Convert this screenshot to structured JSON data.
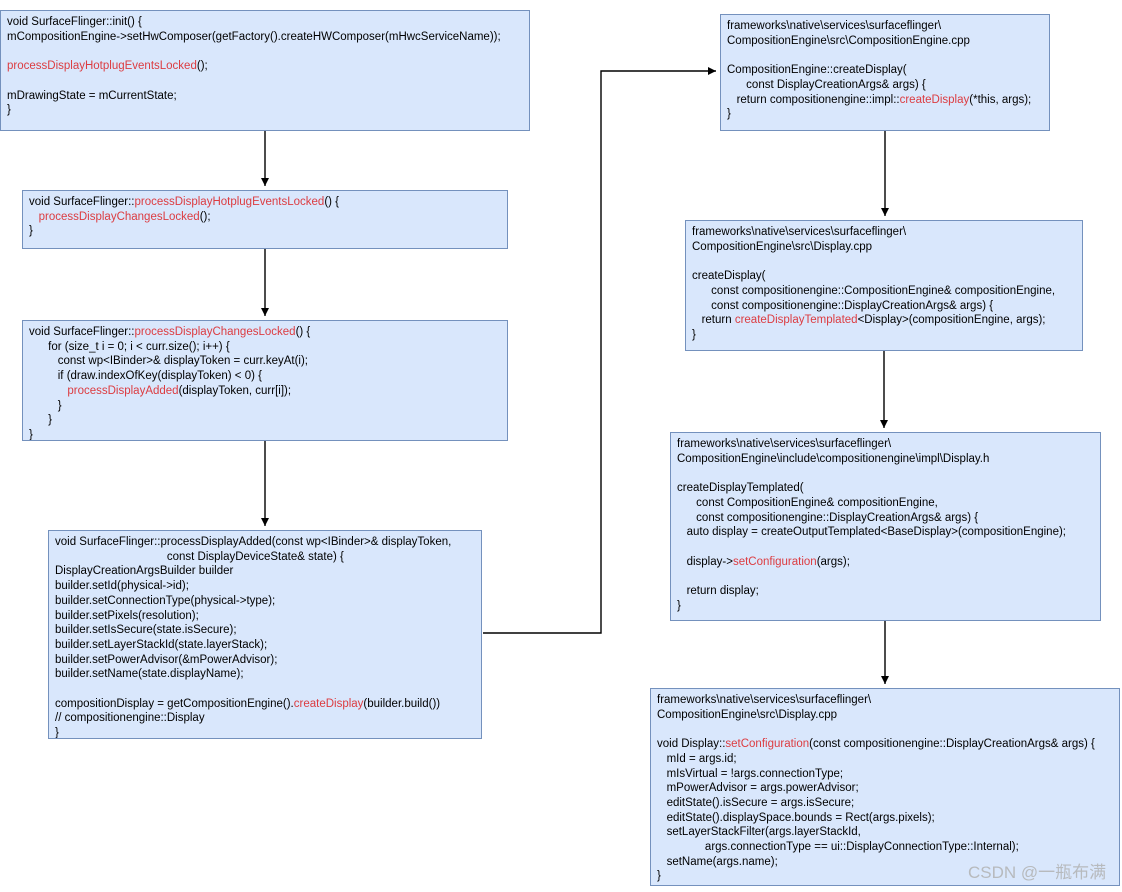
{
  "watermark": "CSDN @一瓶布满",
  "colors": {
    "box_fill": "#d9e7fc",
    "box_border": "#7491bd",
    "highlight_red": "#dc3c41",
    "text": "#000000",
    "connector": "#000000",
    "watermark": "#b7babd"
  },
  "boxes": [
    {
      "id": "code-box-surfaceflinger-init",
      "lines": [
        [
          "void SurfaceFlinger::init() {"
        ],
        [
          "mCompositionEngine->setHwComposer(getFactory().createHWComposer(mHwcServiceName));"
        ],
        [],
        [
          {
            "r": "processDisplayHotplugEventsLocked"
          },
          "();"
        ],
        [],
        [
          "mDrawingState = mCurrentState;"
        ],
        [
          "}"
        ]
      ]
    },
    {
      "id": "code-box-processdisplayhotplugeventslocked",
      "lines": [
        [
          "void SurfaceFlinger::",
          {
            "r": "processDisplayHotplugEventsLocked"
          },
          "() {"
        ],
        [
          "   ",
          {
            "r": "processDisplayChangesLocked"
          },
          "();"
        ],
        [
          "}"
        ]
      ]
    },
    {
      "id": "code-box-processdisplaychangeslocked",
      "lines": [
        [
          "void SurfaceFlinger::",
          {
            "r": "processDisplayChangesLocked"
          },
          "() {"
        ],
        [
          "      for (size_t i = 0; i < curr.size(); i++) {"
        ],
        [
          "         const wp<IBinder>& displayToken = curr.keyAt(i);"
        ],
        [
          "         if (draw.indexOfKey(displayToken) < 0) {"
        ],
        [
          "            ",
          {
            "r": "processDisplayAdded"
          },
          "(displayToken, curr[i]);"
        ],
        [
          "         }"
        ],
        [
          "      }"
        ],
        [
          "}"
        ]
      ]
    },
    {
      "id": "code-box-processdisplayadded",
      "lines": [
        [
          "void SurfaceFlinger::processDisplayAdded(const wp<IBinder>& displayToken,"
        ],
        [
          "                                   const DisplayDeviceState& state) {"
        ],
        [
          "DisplayCreationArgsBuilder builder"
        ],
        [
          "builder.setId(physical->id);"
        ],
        [
          "builder.setConnectionType(physical->type);"
        ],
        [
          "builder.setPixels(resolution);"
        ],
        [
          "builder.setIsSecure(state.isSecure);"
        ],
        [
          "builder.setLayerStackId(state.layerStack);"
        ],
        [
          "builder.setPowerAdvisor(&mPowerAdvisor);"
        ],
        [
          "builder.setName(state.displayName);"
        ],
        [],
        [
          "compositionDisplay = getCompositionEngine().",
          {
            "r": "createDisplay"
          },
          "(builder.build())"
        ],
        [
          "// compositionengine::Display"
        ],
        [
          "}"
        ]
      ]
    },
    {
      "id": "code-box-compositionengine-createdisplay",
      "lines": [
        [
          "frameworks\\native\\services\\surfaceflinger\\"
        ],
        [
          "CompositionEngine\\src\\CompositionEngine.cpp"
        ],
        [],
        [
          "CompositionEngine::createDisplay("
        ],
        [
          "      const DisplayCreationArgs& args) {"
        ],
        [
          "   return compositionengine::impl::",
          {
            "r": "createDisplay"
          },
          "(*this, args);"
        ],
        [
          "}"
        ]
      ]
    },
    {
      "id": "code-box-display-cpp-createdisplay",
      "lines": [
        [
          "frameworks\\native\\services\\surfaceflinger\\"
        ],
        [
          "CompositionEngine\\src\\Display.cpp"
        ],
        [],
        [
          "createDisplay("
        ],
        [
          "      const compositionengine::CompositionEngine& compositionEngine,"
        ],
        [
          "      const compositionengine::DisplayCreationArgs& args) {"
        ],
        [
          "   return ",
          {
            "r": "createDisplayTemplated"
          },
          "<Display>(compositionEngine, args);"
        ],
        [
          "}"
        ]
      ]
    },
    {
      "id": "code-box-display-h-createdisplaytemplated",
      "lines": [
        [
          "frameworks\\native\\services\\surfaceflinger\\"
        ],
        [
          "CompositionEngine\\include\\compositionengine\\impl\\Display.h"
        ],
        [],
        [
          "createDisplayTemplated("
        ],
        [
          "      const CompositionEngine& compositionEngine,"
        ],
        [
          "      const compositionengine::DisplayCreationArgs& args) {"
        ],
        [
          "   auto display = createOutputTemplated<BaseDisplay>(compositionEngine);"
        ],
        [],
        [
          "   display->",
          {
            "r": "setConfiguration"
          },
          "(args);"
        ],
        [],
        [
          "   return display;"
        ],
        [
          "}"
        ]
      ]
    },
    {
      "id": "code-box-display-setconfiguration",
      "lines": [
        [
          "frameworks\\native\\services\\surfaceflinger\\"
        ],
        [
          "CompositionEngine\\src\\Display.cpp"
        ],
        [],
        [
          "void Display::",
          {
            "r": "setConfiguration"
          },
          "(const compositionengine::DisplayCreationArgs& args) {"
        ],
        [
          "   mId = args.id;"
        ],
        [
          "   mIsVirtual = !args.connectionType;"
        ],
        [
          "   mPowerAdvisor = args.powerAdvisor;"
        ],
        [
          "   editState().isSecure = args.isSecure;"
        ],
        [
          "   editState().displaySpace.bounds = Rect(args.pixels);"
        ],
        [
          "   setLayerStackFilter(args.layerStackId,"
        ],
        [
          "               args.connectionType == ui::DisplayConnectionType::Internal);"
        ],
        [
          "   setName(args.name);"
        ],
        [
          "}"
        ]
      ]
    }
  ]
}
